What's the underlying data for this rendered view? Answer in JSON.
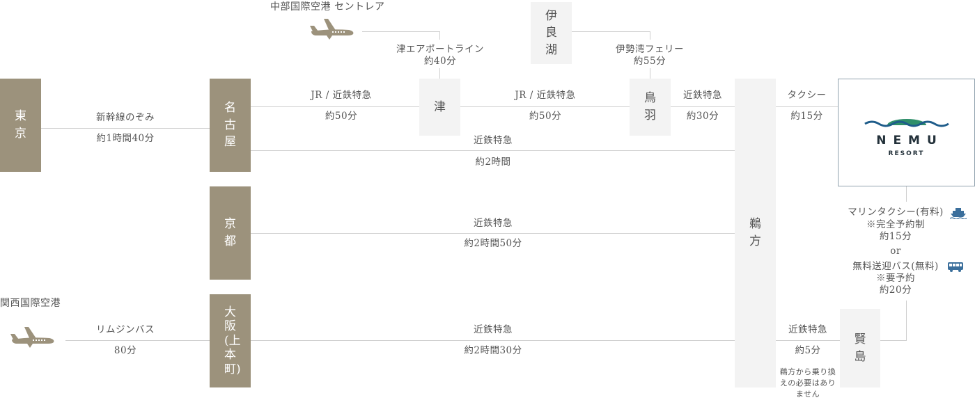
{
  "stations": {
    "tokyo": "東京",
    "nagoya": "名古屋",
    "kyoto": "京都",
    "osaka": "大阪(上本町)",
    "tsu": "津",
    "iragoko": "伊良湖",
    "toba": "鳥羽",
    "ugata": "鵜方",
    "kashikojima": "賢島"
  },
  "airports": {
    "centrair": "中部国際空港 セントレア",
    "kansai": "関西国際空港"
  },
  "routes": {
    "tokyo_nagoya": {
      "line": "新幹線のぞみ",
      "time": "約1時間40分"
    },
    "nagoya_tsu": {
      "line": "JR / 近鉄特急",
      "time": "約50分"
    },
    "tsu_toba": {
      "line": "JR / 近鉄特急",
      "time": "約50分"
    },
    "toba_ugata": {
      "line": "近鉄特急",
      "time": "約30分"
    },
    "ugata_resort": {
      "line": "タクシー",
      "time": "約15分"
    },
    "nagoya_ugata": {
      "line": "近鉄特急",
      "time": "約2時間"
    },
    "kyoto_ugata": {
      "line": "近鉄特急",
      "time": "約2時間50分"
    },
    "osaka_ugata": {
      "line": "近鉄特急",
      "time": "約2時間30分"
    },
    "kansai_osaka": {
      "line": "リムジンバス",
      "time": "80分"
    },
    "centrair_tsu": {
      "line": "津エアポートライン",
      "time": "約40分"
    },
    "iragoko_toba": {
      "line": "伊勢湾フェリー",
      "time": "約55分"
    },
    "ugata_kashikojima": {
      "line": "近鉄特急",
      "time": "約5分",
      "note": "鵜方から乗り換えの必要はありません"
    }
  },
  "resort_access": {
    "marine_taxi": "マリンタクシー(有料)",
    "marine_note": "※完全予約制",
    "marine_time": "約15分",
    "or": "or",
    "shuttle_bus": "無料送迎バス(無料)",
    "bus_note": "※要予約",
    "bus_time": "約20分"
  },
  "logo": {
    "name": "NEMU",
    "sub": "RESORT"
  },
  "colors": {
    "station_dark": "#9c927c",
    "station_light": "#f3f3f3",
    "line": "#cfcfcf",
    "logo_blue": "#1e5c8a",
    "logo_green": "#2f8f6a",
    "icon_blue": "#3b6f9c"
  },
  "icons": {
    "airport": "airplane-icon",
    "ferry": "ship-icon",
    "bus": "bus-icon"
  }
}
